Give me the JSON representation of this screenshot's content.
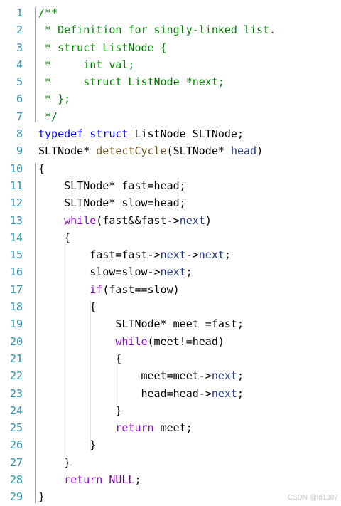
{
  "editor": {
    "line_numbers": [
      "1",
      "2",
      "3",
      "4",
      "5",
      "6",
      "7",
      "8",
      "9",
      "10",
      "11",
      "12",
      "13",
      "14",
      "15",
      "16",
      "17",
      "18",
      "19",
      "20",
      "21",
      "22",
      "23",
      "24",
      "25",
      "26",
      "27",
      "28",
      "29"
    ],
    "lines": [
      [
        {
          "t": "/**",
          "c": "comment"
        }
      ],
      [
        {
          "t": " * Definition for singly-linked list.",
          "c": "comment"
        }
      ],
      [
        {
          "t": " * struct ListNode {",
          "c": "comment"
        }
      ],
      [
        {
          "t": " *     int val;",
          "c": "comment"
        }
      ],
      [
        {
          "t": " *     struct ListNode *next;",
          "c": "comment"
        }
      ],
      [
        {
          "t": " * };",
          "c": "comment"
        }
      ],
      [
        {
          "t": " */",
          "c": "comment"
        }
      ],
      [
        {
          "t": "typedef",
          "c": "kw"
        },
        {
          "t": " ",
          "c": "plain"
        },
        {
          "t": "struct",
          "c": "kw"
        },
        {
          "t": " ListNode SLTNode;",
          "c": "plain"
        }
      ],
      [
        {
          "t": "SLTNode* ",
          "c": "plain"
        },
        {
          "t": "detectCycle",
          "c": "func"
        },
        {
          "t": "(SLTNode* ",
          "c": "plain"
        },
        {
          "t": "head",
          "c": "param"
        },
        {
          "t": ")",
          "c": "plain"
        }
      ],
      [
        {
          "t": "{",
          "c": "plain"
        }
      ],
      [
        {
          "t": "    SLTNode* fast=head;",
          "c": "plain"
        }
      ],
      [
        {
          "t": "    SLTNode* slow=head;",
          "c": "plain"
        }
      ],
      [
        {
          "t": "    ",
          "c": "plain"
        },
        {
          "t": "while",
          "c": "ctrl"
        },
        {
          "t": "(fast&&fast->",
          "c": "plain"
        },
        {
          "t": "next",
          "c": "field"
        },
        {
          "t": ")",
          "c": "plain"
        }
      ],
      [
        {
          "t": "    {",
          "c": "plain"
        }
      ],
      [
        {
          "t": "        fast=fast->",
          "c": "plain"
        },
        {
          "t": "next",
          "c": "field"
        },
        {
          "t": "->",
          "c": "plain"
        },
        {
          "t": "next",
          "c": "field"
        },
        {
          "t": ";",
          "c": "plain"
        }
      ],
      [
        {
          "t": "        slow=slow->",
          "c": "plain"
        },
        {
          "t": "next",
          "c": "field"
        },
        {
          "t": ";",
          "c": "plain"
        }
      ],
      [
        {
          "t": "        ",
          "c": "plain"
        },
        {
          "t": "if",
          "c": "ctrl"
        },
        {
          "t": "(fast==slow)",
          "c": "plain"
        }
      ],
      [
        {
          "t": "        {",
          "c": "plain"
        }
      ],
      [
        {
          "t": "            SLTNode* meet =fast;",
          "c": "plain"
        }
      ],
      [
        {
          "t": "            ",
          "c": "plain"
        },
        {
          "t": "while",
          "c": "ctrl"
        },
        {
          "t": "(meet!=head)",
          "c": "plain"
        }
      ],
      [
        {
          "t": "            {",
          "c": "plain"
        }
      ],
      [
        {
          "t": "                meet=meet->",
          "c": "plain"
        },
        {
          "t": "next",
          "c": "field"
        },
        {
          "t": ";",
          "c": "plain"
        }
      ],
      [
        {
          "t": "                head=head->",
          "c": "plain"
        },
        {
          "t": "next",
          "c": "field"
        },
        {
          "t": ";",
          "c": "plain"
        }
      ],
      [
        {
          "t": "            }",
          "c": "plain"
        }
      ],
      [
        {
          "t": "            ",
          "c": "plain"
        },
        {
          "t": "return",
          "c": "ctrl"
        },
        {
          "t": " meet;",
          "c": "plain"
        }
      ],
      [
        {
          "t": "        }",
          "c": "plain"
        }
      ],
      [
        {
          "t": "    }",
          "c": "plain"
        }
      ],
      [
        {
          "t": "    ",
          "c": "plain"
        },
        {
          "t": "return",
          "c": "ctrl"
        },
        {
          "t": " ",
          "c": "plain"
        },
        {
          "t": "NULL",
          "c": "macro"
        },
        {
          "t": ";",
          "c": "plain"
        }
      ],
      [
        {
          "t": "}",
          "c": "plain"
        }
      ]
    ]
  },
  "watermark": "CSDN @ld1307"
}
